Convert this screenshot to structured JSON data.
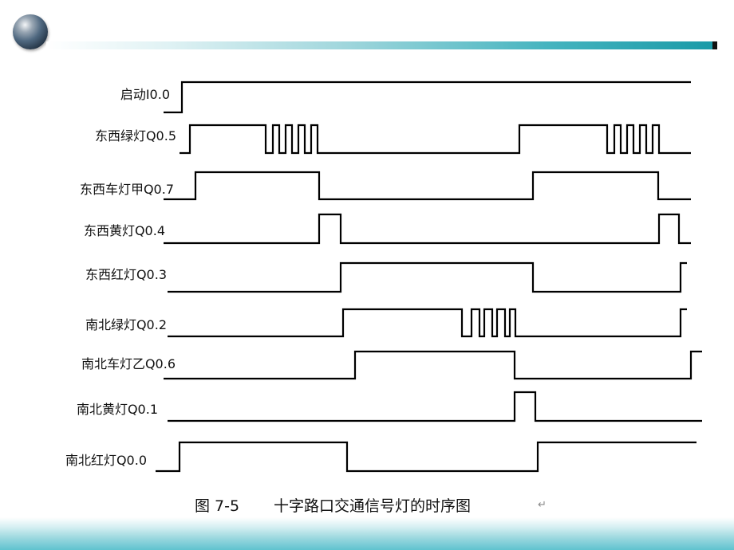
{
  "signals": [
    {
      "label": "启动I0.0"
    },
    {
      "label": "东西绿灯Q0.5"
    },
    {
      "label": "东西车灯甲Q0.7"
    },
    {
      "label": "东西黄灯Q0.4"
    },
    {
      "label": "东西红灯Q0.3"
    },
    {
      "label": "南北绿灯Q0.2"
    },
    {
      "label": "南北车灯乙Q0.6"
    },
    {
      "label": "南北黄灯Q0.1"
    },
    {
      "label": "南北红灯Q0.0"
    }
  ],
  "caption": {
    "figure_number": "图 7-5",
    "title": "十字路口交通信号灯的时序图"
  },
  "icons": {
    "logo": "globe-icon",
    "paragraph_mark": "return-arrow-icon"
  },
  "colors": {
    "accent": "#45b4bf",
    "waveform": "#000000"
  }
}
